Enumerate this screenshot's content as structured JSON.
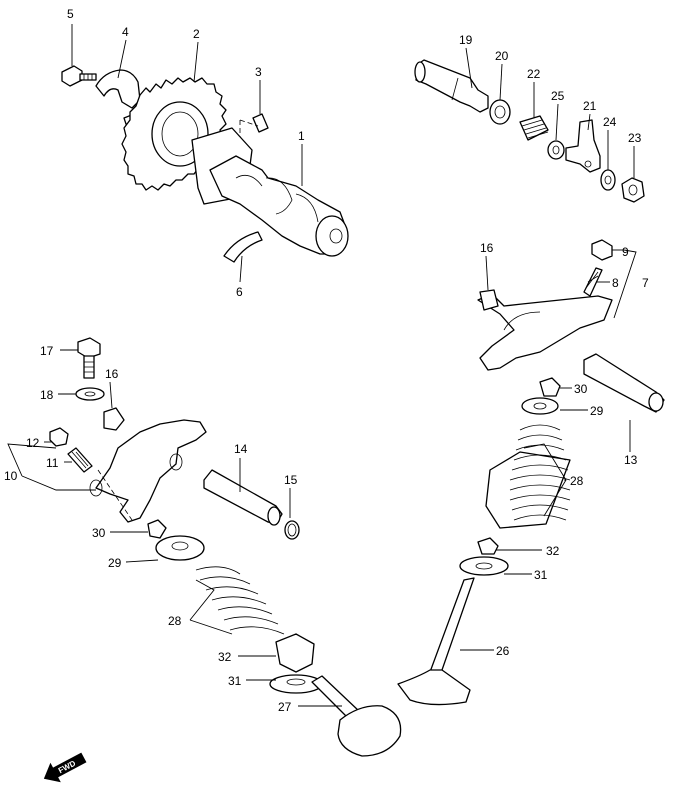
{
  "labels": {
    "l1": "1",
    "l2": "2",
    "l3": "3",
    "l4": "4",
    "l5": "5",
    "l6": "6",
    "l7": "7",
    "l8": "8",
    "l9": "9",
    "l10": "10",
    "l11": "11",
    "l12": "12",
    "l13": "13",
    "l14": "14",
    "l15": "15",
    "l16a": "16",
    "l16b": "16",
    "l17": "17",
    "l18": "18",
    "l19": "19",
    "l20": "20",
    "l21": "21",
    "l22": "22",
    "l23": "23",
    "l24": "24",
    "l25": "25",
    "l26": "26",
    "l27": "27",
    "l28a": "28",
    "l28b": "28",
    "l29a": "29",
    "l29b": "29",
    "l30a": "30",
    "l30b": "30",
    "l31a": "31",
    "l31b": "31",
    "l32a": "32",
    "l32b": "32"
  },
  "fwd_arrow": {
    "text": "FWD",
    "icon": "forward-arrow-icon"
  }
}
